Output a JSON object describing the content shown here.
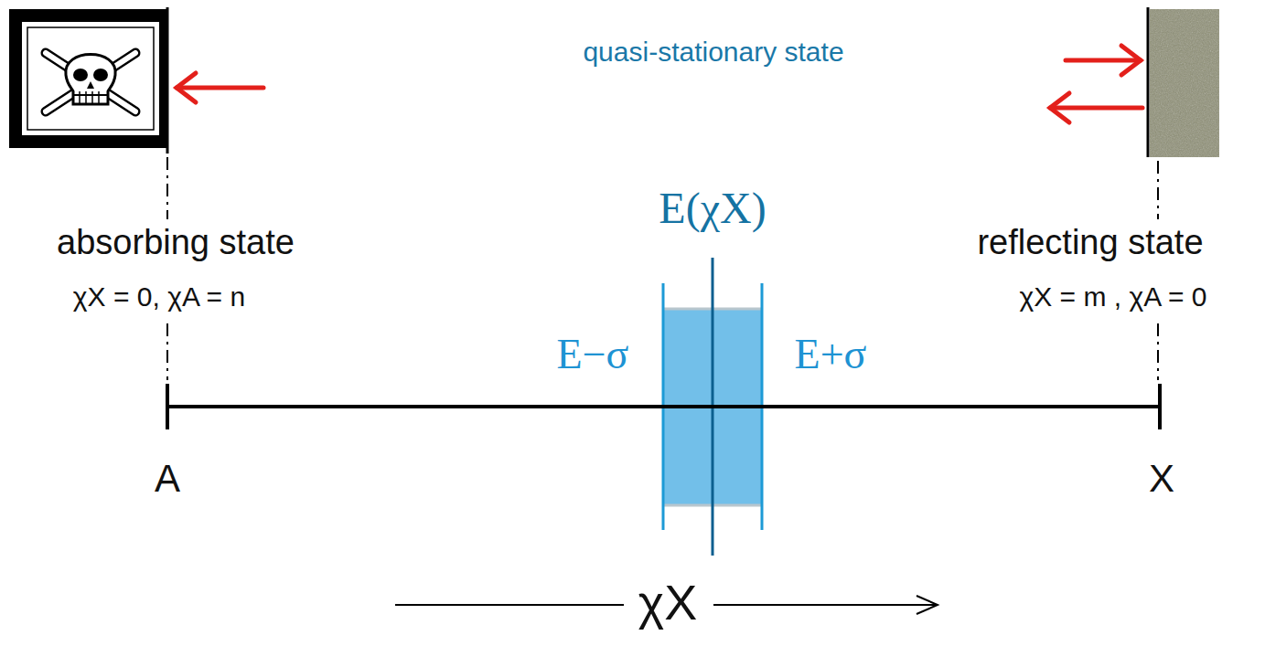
{
  "diagram": {
    "labels": [
      "quasi-stationary state",
      "E(χX)",
      "E−σ",
      "E+σ",
      "absorbing state",
      "χX = 0, χA = n",
      "reflecting state",
      "χX = m , χA = 0",
      "A",
      "X",
      "χX"
    ]
  }
}
